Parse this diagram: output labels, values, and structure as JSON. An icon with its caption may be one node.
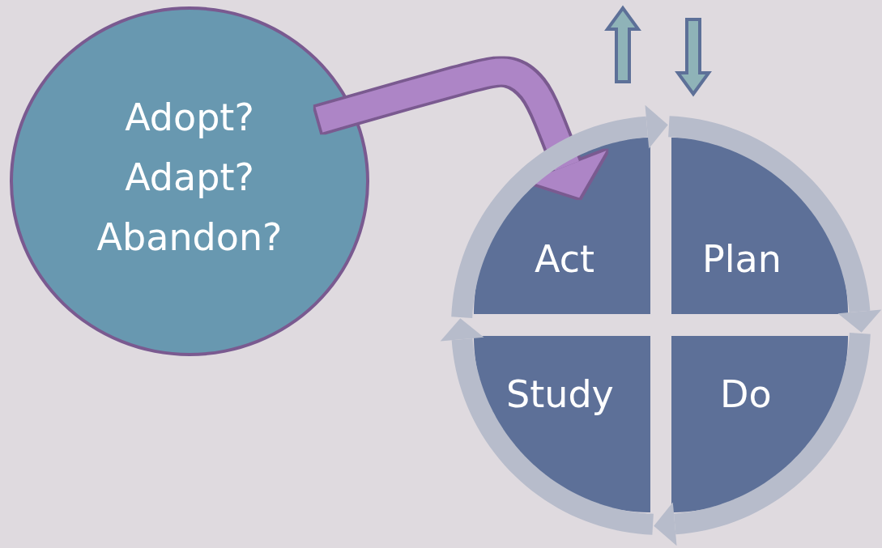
{
  "diagram": {
    "nodes": [
      {
        "text": [
          "Adopt?",
          "Adapt?",
          "Abandon?"
        ]
      },
      {
        "text": [
          "Act"
        ]
      },
      {
        "text": [
          "Plan"
        ]
      },
      {
        "text": [
          "Study"
        ]
      },
      {
        "text": [
          "Do"
        ]
      }
    ],
    "edges": [
      {
        "from": 0,
        "to": 1,
        "arrow": "to",
        "color": "#ad85c6"
      },
      {
        "from": 1,
        "to": 2,
        "arrow": "to"
      },
      {
        "from": 2,
        "to": 4,
        "arrow": "to"
      },
      {
        "from": 4,
        "to": 3,
        "arrow": "to"
      },
      {
        "from": 3,
        "to": 1,
        "arrow": "to"
      }
    ]
  }
}
